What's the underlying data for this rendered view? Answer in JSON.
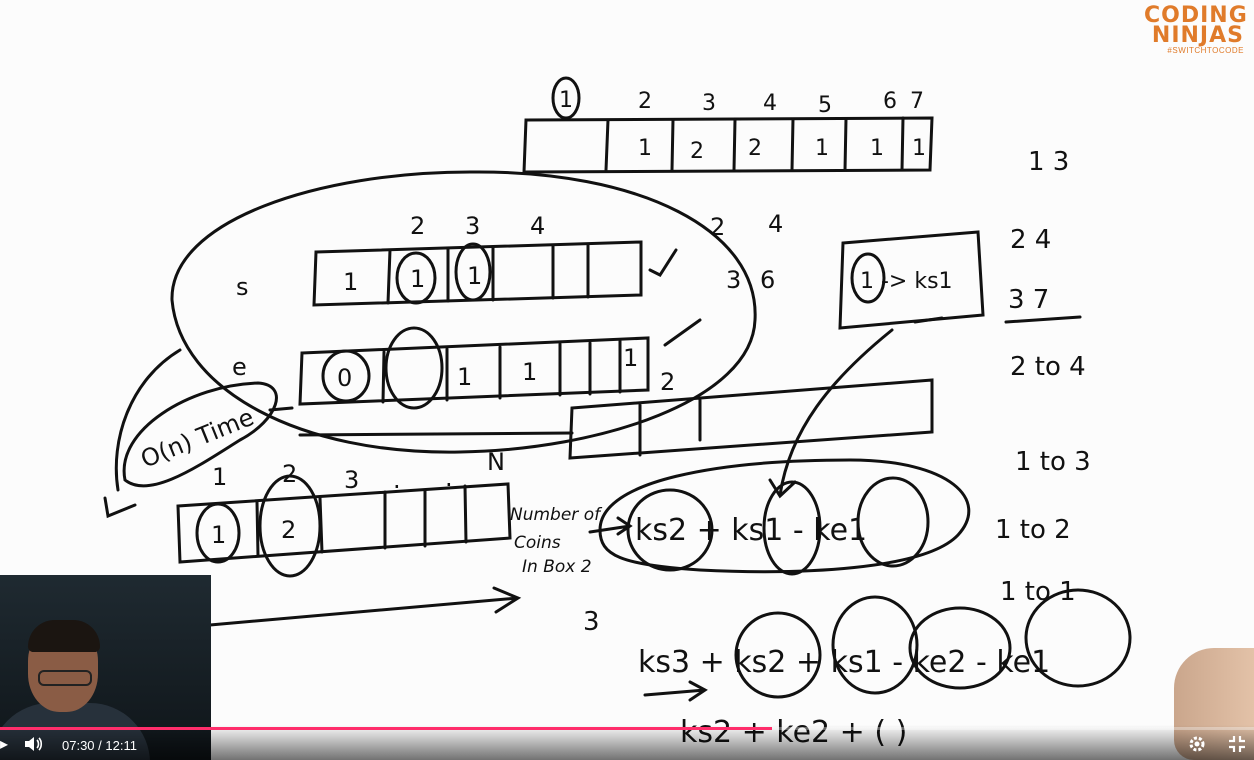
{
  "brand": {
    "logo_text": "CODING NINJAS",
    "tagline": "#SWITCHTOCODE",
    "color": "#e07b2a"
  },
  "board": {
    "top_indices": [
      "1",
      "2",
      "3",
      "4",
      "5",
      "6",
      "7"
    ],
    "top_values": [
      "1",
      "2",
      "2",
      "1",
      "1",
      "1"
    ],
    "s_label": "s",
    "s_indices": [
      "2",
      "3",
      "4"
    ],
    "s_values": [
      "1",
      "1",
      "1"
    ],
    "e_label": "e",
    "e_values": [
      "0",
      "1",
      "1",
      "1"
    ],
    "complexity": "O(n) Time",
    "bottom_indices": [
      "1",
      "2",
      "3",
      ".",
      ".",
      "N"
    ],
    "bottom_values": [
      "1",
      "2"
    ],
    "number_of_coins": [
      "Number of",
      "Coins",
      "In Box 2"
    ],
    "formula_1": "ks2 + ks1 - ke1",
    "formula_2": "ks3 + ks2 + ks1 - ke2 - ke1",
    "formula_3": "ks2 + ke2 + (   )",
    "box_formula": "1 -> ks1",
    "mid_numbers": [
      "2",
      "4",
      "3",
      "6",
      "2"
    ],
    "right_pairs": [
      "1 3",
      "2 4",
      "3 7",
      "2 to 4",
      "1 to 3",
      "1 to 2",
      "1 to 1"
    ],
    "three_label": "3"
  },
  "player": {
    "current_time": "07:30",
    "separator": "/",
    "duration": "12:11",
    "progress_percent": 61.6,
    "accent": "#ff2e6b",
    "play_icon": "play-icon",
    "volume_icon": "volume-icon",
    "settings_icon": "gear-icon",
    "fullscreen_icon": "exit-fullscreen-icon"
  }
}
